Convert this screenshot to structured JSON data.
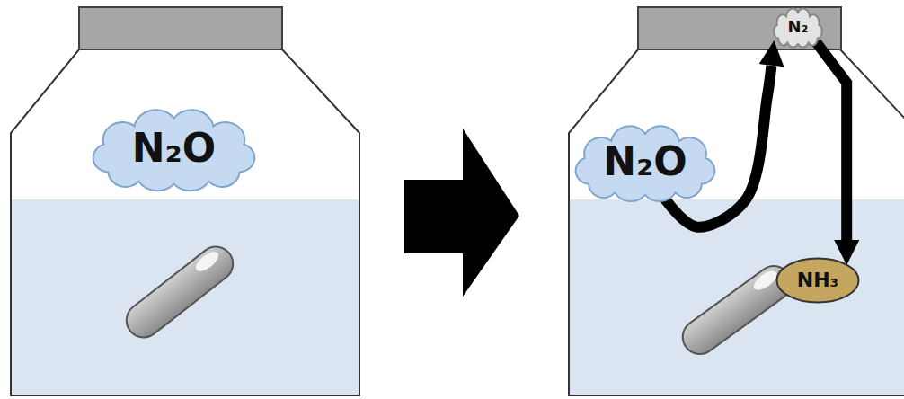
{
  "diagram": {
    "nodes": [
      {
        "text": [
          "N₂O"
        ]
      },
      {
        "text": [
          "N₂O"
        ]
      },
      {
        "text": [
          "N₂"
        ]
      },
      {
        "text": [
          "NH₃"
        ]
      }
    ],
    "edges": [
      {
        "from": 1,
        "to": 2,
        "arrow": "to"
      },
      {
        "from": 2,
        "to": 3,
        "arrow": "to"
      }
    ]
  }
}
